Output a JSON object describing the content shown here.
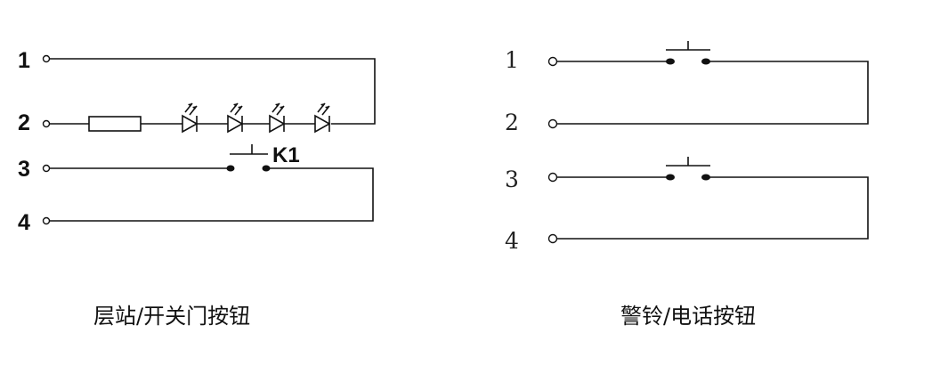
{
  "panels": {
    "left": {
      "caption": "层站/开关门按钮",
      "terminals": [
        "1",
        "2",
        "3",
        "4"
      ],
      "switch_label": "K1",
      "led_count": 4
    },
    "right": {
      "caption": "警铃/电话按钮",
      "terminals": [
        "1",
        "2",
        "3",
        "4"
      ]
    }
  }
}
